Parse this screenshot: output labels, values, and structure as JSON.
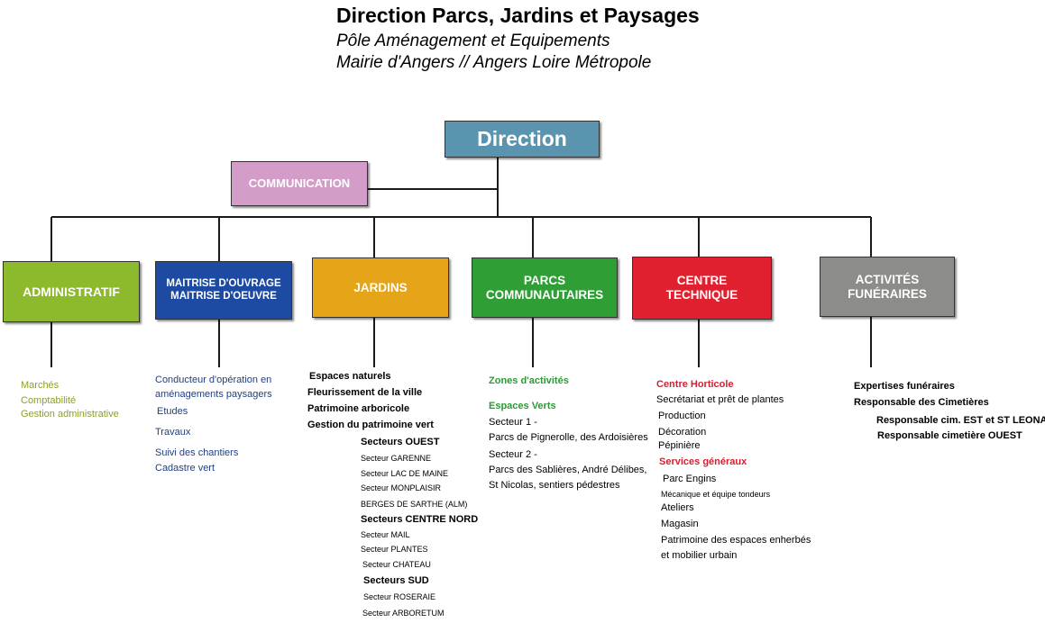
{
  "header": {
    "title": "Direction Parcs, Jardins et Paysages",
    "subtitle1": "Pôle Aménagement et Equipements",
    "subtitle2": "Mairie d'Angers // Angers Loire Métropole"
  },
  "colors": {
    "direction": "#5a94ae",
    "communication": "#d49cc8",
    "administratif": "#8db92d",
    "maitrise": "#1d4aa3",
    "jardins": "#e6a418",
    "parcs": "#2e9e35",
    "centre": "#e0202e",
    "activites": "#8c8c88"
  },
  "boxes": {
    "direction": "Direction",
    "communication": "COMMUNICATION",
    "administratif": "ADMINISTRATIF",
    "maitrise": "MAITRISE D'OUVRAGE MAITRISE D'OEUVRE",
    "jardins": "JARDINS",
    "parcs": "PARCS COMMUNAUTAIRES",
    "centre": "CENTRE TECHNIQUE",
    "activites": "ACTIVITÉS FUNÉRAIRES"
  },
  "administratif": {
    "items": [
      "Marchés",
      "Comptabilité",
      "Gestion administrative"
    ]
  },
  "maitrise": {
    "items": [
      "Conducteur d'opération en",
      "aménagements paysagers",
      "Etudes",
      "Travaux",
      "Suivi des chantiers",
      "Cadastre vert"
    ]
  },
  "jardins": {
    "main": [
      "Espaces naturels",
      "Fleurissement de la ville",
      "Patrimoine arboricole",
      "Gestion du patrimoine vert"
    ],
    "ouest": {
      "title": "Secteurs OUEST",
      "items": [
        "Secteur GARENNE",
        "Secteur LAC DE MAINE",
        "Secteur MONPLAISIR",
        "BERGES DE SARTHE (ALM)"
      ]
    },
    "centre_nord": {
      "title": "Secteurs CENTRE NORD",
      "items": [
        "Secteur MAIL",
        "Secteur PLANTES",
        "Secteur CHATEAU"
      ]
    },
    "sud": {
      "title": "Secteurs SUD",
      "items": [
        "Secteur ROSERAIE",
        "Secteur ARBORETUM"
      ]
    }
  },
  "parcs": {
    "zones": "Zones d'activités",
    "espaces": "Espaces Verts",
    "lines": [
      "Secteur 1 -",
      "Parcs de Pignerolle, des Ardoisières",
      "Secteur 2 -",
      "Parcs des Sablières, André Délibes,",
      "St Nicolas, sentiers pédestres"
    ]
  },
  "centre": {
    "horticole": "Centre Horticole",
    "horticole_items": [
      "Secrétariat et prêt de plantes",
      "Production",
      "Décoration",
      "Pépinière"
    ],
    "services": "Services généraux",
    "services_items": [
      "Parc Engins",
      "Mécanique et équipe tondeurs",
      "Ateliers",
      "Magasin",
      "Patrimoine des espaces enherbés",
      "et mobilier urbain"
    ]
  },
  "activites": {
    "items": [
      "Expertises funéraires",
      "Responsable des Cimetières",
      "Responsable cim. EST et ST LEONARD",
      "Responsable cimetière OUEST"
    ]
  }
}
